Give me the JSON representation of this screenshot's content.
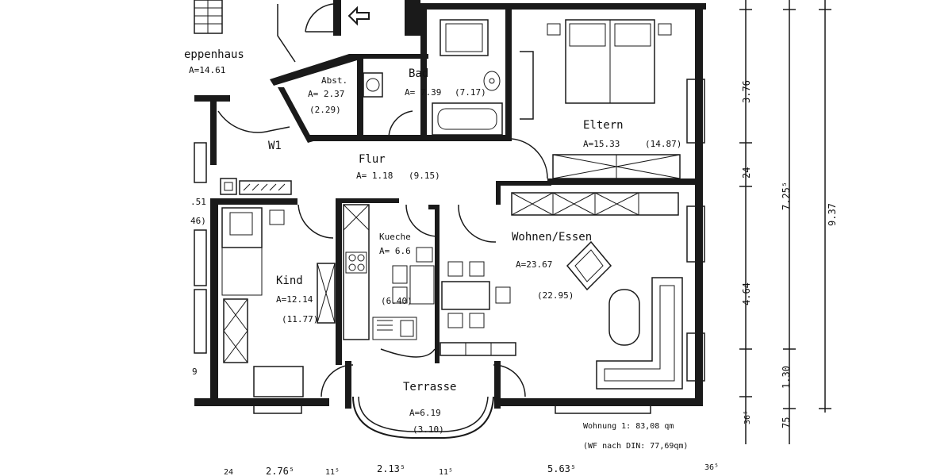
{
  "rooms": {
    "treppenhaus": {
      "name": "eppenhaus",
      "area": "A=14.61"
    },
    "abst": {
      "name": "Abst.",
      "area": "A= 2.37",
      "area_din": "(2.29)"
    },
    "bad": {
      "name": "Bad",
      "area": "A= 7.39",
      "area_din": "(7.17)"
    },
    "eltern": {
      "name": "Eltern",
      "area": "A=15.33",
      "area_din": "(14.87)"
    },
    "flur": {
      "name": "Flur",
      "area": "A= 1.18",
      "area_din": "(9.15)"
    },
    "kueche": {
      "name": "Kueche",
      "area": "A= 6.6",
      "area_din": "(6.40)"
    },
    "wohnen": {
      "name": "Wohnen/Essen",
      "area": "A=23.67",
      "area_din": "(22.95)"
    },
    "kind": {
      "name": "Kind",
      "area": "A=12.14",
      "area_din": "(11.77)"
    },
    "terrasse": {
      "name": "Terrasse",
      "area": "A=6.19",
      "area_din": "(3.10)"
    }
  },
  "labels": {
    "w1": "W1",
    "left_partial_1": ".51",
    "left_partial_2": "46)",
    "left_partial_3": "9"
  },
  "summary": {
    "line1": "Wohnung 1: 83,08 qm",
    "line2": "(WF nach DIN: 77,69qm)"
  },
  "dimensions": {
    "vertical_inner": [
      "3.76",
      "24",
      "4.64",
      "1.30",
      "75"
    ],
    "vertical_inner_extra": "36⁵",
    "vertical_mid": "7.25⁵",
    "vertical_outer": "9.37",
    "bottom": [
      "24",
      "2.76⁵",
      "11⁵",
      "2.13⁵",
      "11⁵",
      "5.63⁵",
      "36⁵"
    ]
  },
  "icons": {
    "entry_arrow": "entry-arrow-icon",
    "stove": "stove-icon",
    "sink": "sink-icon",
    "toilet": "toilet-icon",
    "bed": "double-bed-icon"
  }
}
